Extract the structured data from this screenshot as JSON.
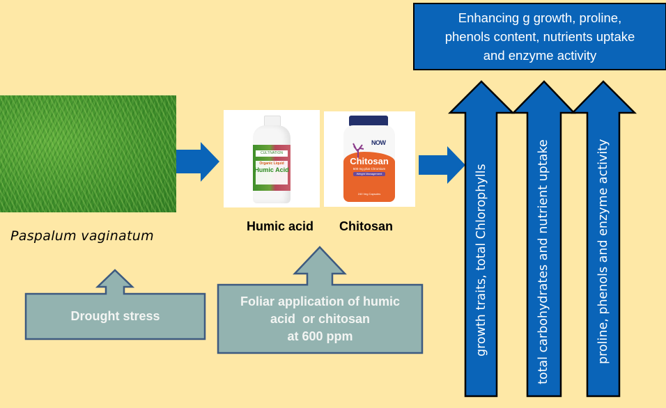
{
  "colors": {
    "background": "#fee8a6",
    "blue_arrow": "#0a64b8",
    "callout_fill": "#93b3b0",
    "callout_border": "#3d5a80",
    "outline": "#000000"
  },
  "plant": {
    "image_icon": "grass-photo",
    "species_name": "Paspalum  vaginatum"
  },
  "treatments": {
    "humic": {
      "label": "Humic acid",
      "product_brand": "CULTIVATION",
      "product_line1": "Organic Liquid",
      "product_line2": "Humic Acid"
    },
    "chitosan": {
      "label": "Chitosan",
      "product_brand": "NOW",
      "product_name": "Chitosan",
      "product_dose": "500 mg plus Chromium",
      "product_tag": "Weight Management",
      "product_count": "240 Veg Capsules"
    }
  },
  "stress": {
    "label": "Drought stress"
  },
  "application": {
    "lines": [
      "Foliar application of humic",
      "acid  or chitosan",
      "at 600 ppm"
    ]
  },
  "outcomes": {
    "arrows": [
      {
        "label": "growth traits, total Chlorophylls"
      },
      {
        "label": "total carbohydrates and nutrient uptake"
      },
      {
        "label": "proline, phenols and enzyme activity"
      }
    ],
    "summary_lines": [
      "Enhancing g growth, proline,",
      "phenols content, nutrients uptake",
      "and enzyme activity"
    ]
  }
}
